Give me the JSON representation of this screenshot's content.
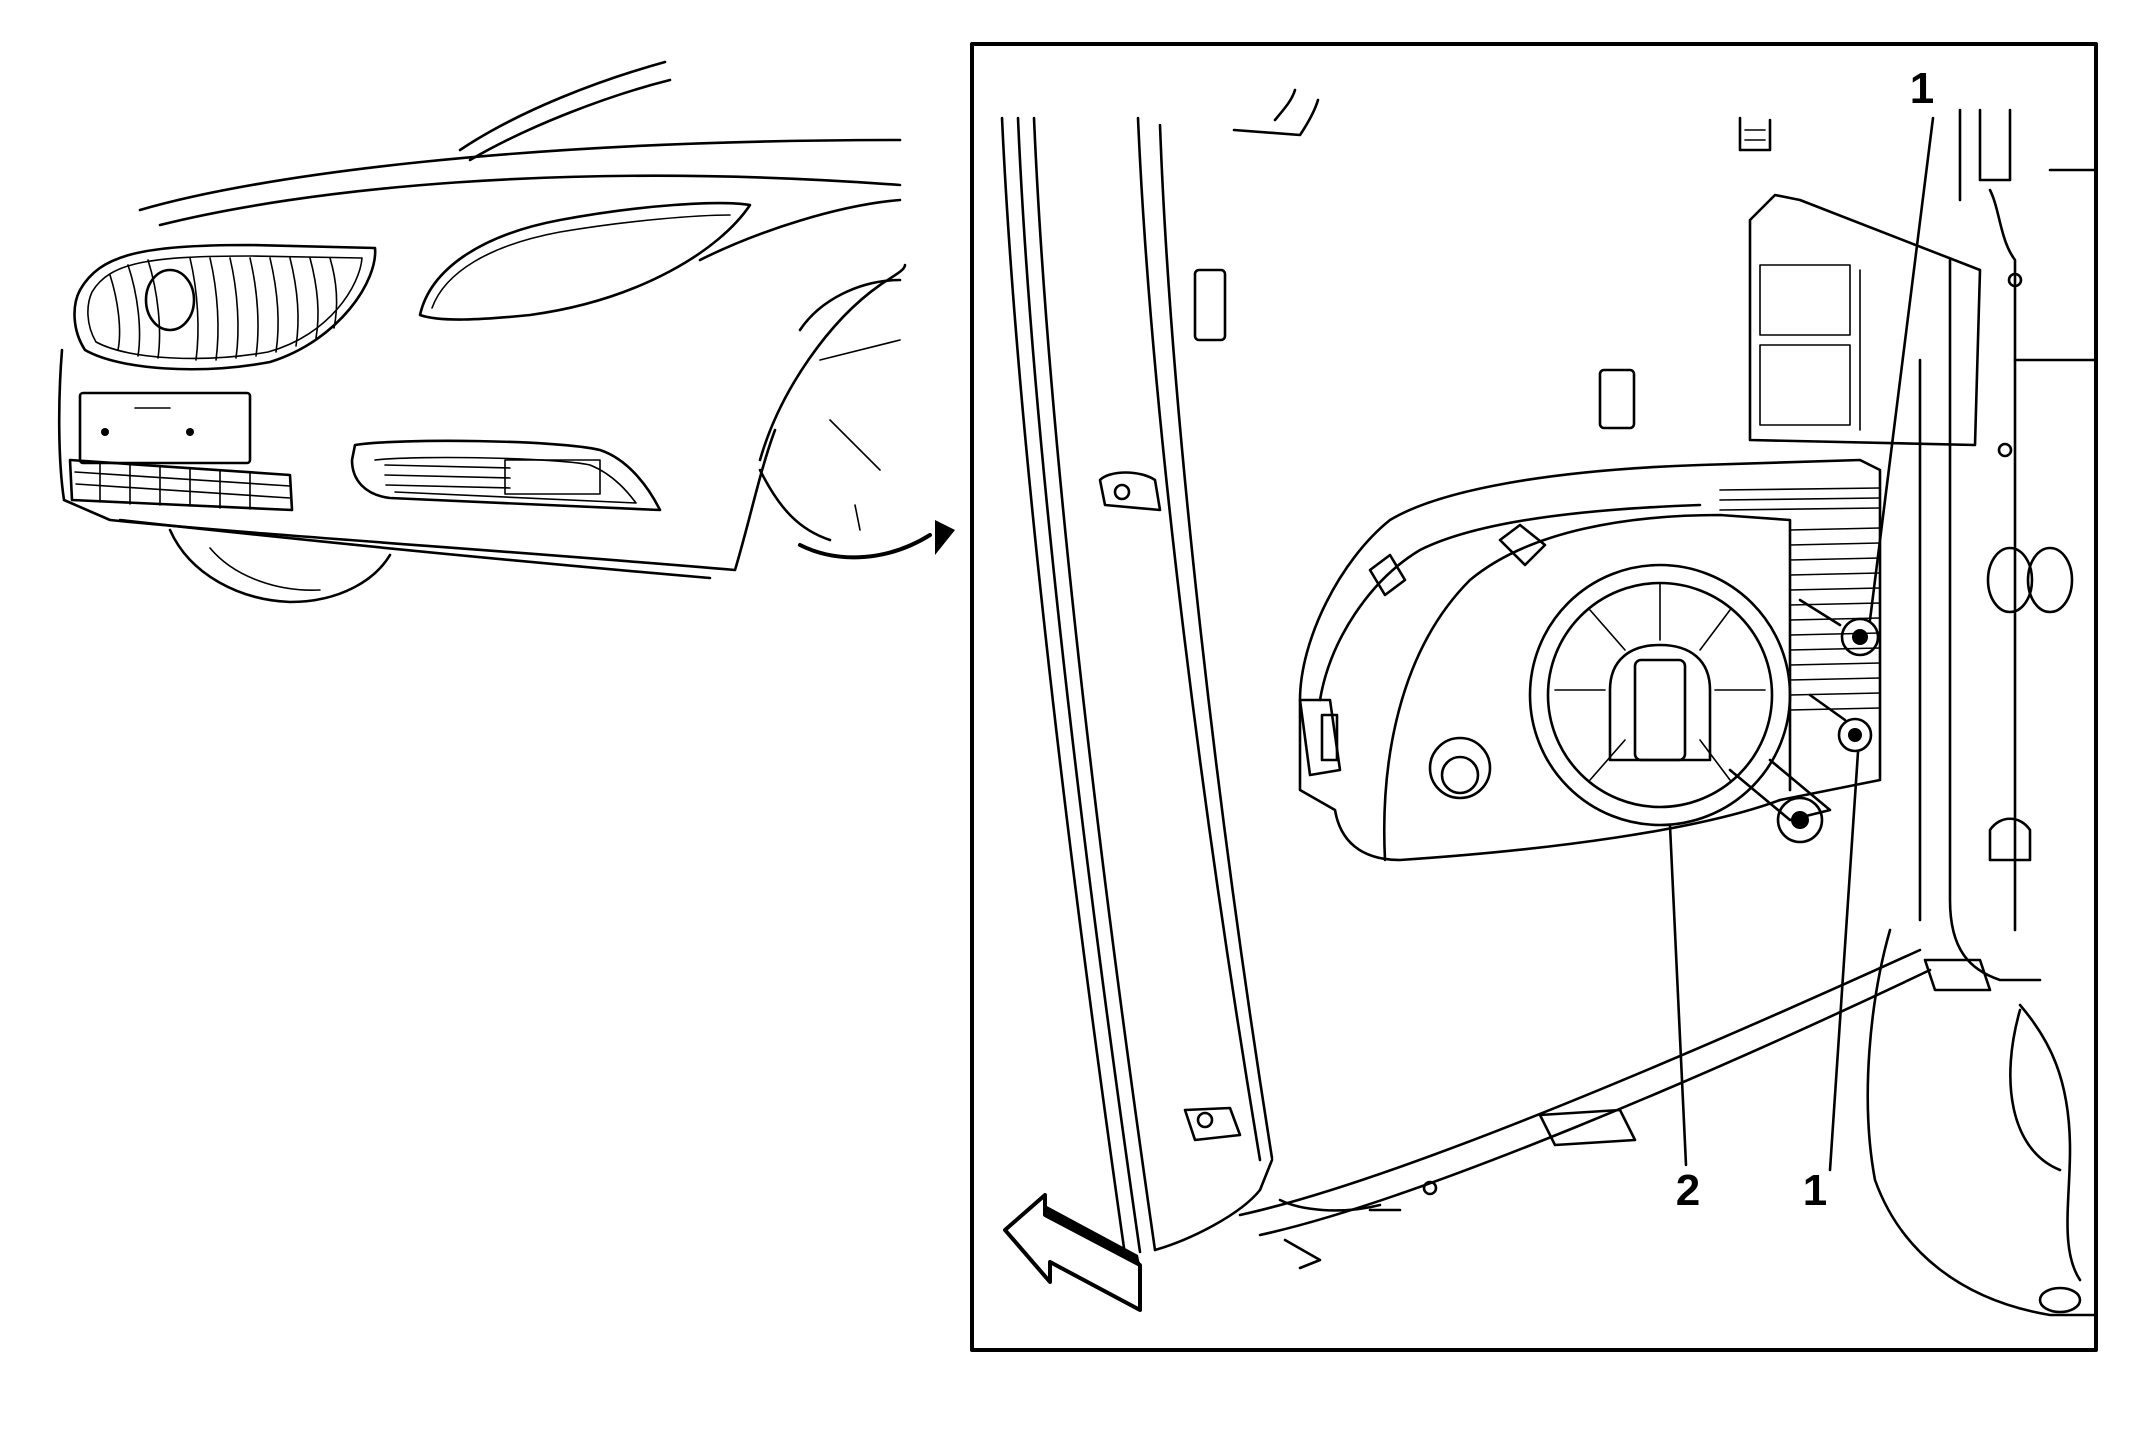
{
  "callouts": {
    "fastener_top": "1",
    "fastener_bottom": "1",
    "fog_lamp": "2"
  },
  "colors": {
    "line": "#000000",
    "background": "#ffffff"
  },
  "icons": {
    "rotation_arrow": "curved-arrow-icon",
    "direction_arrow": "forward-arrow-icon"
  }
}
